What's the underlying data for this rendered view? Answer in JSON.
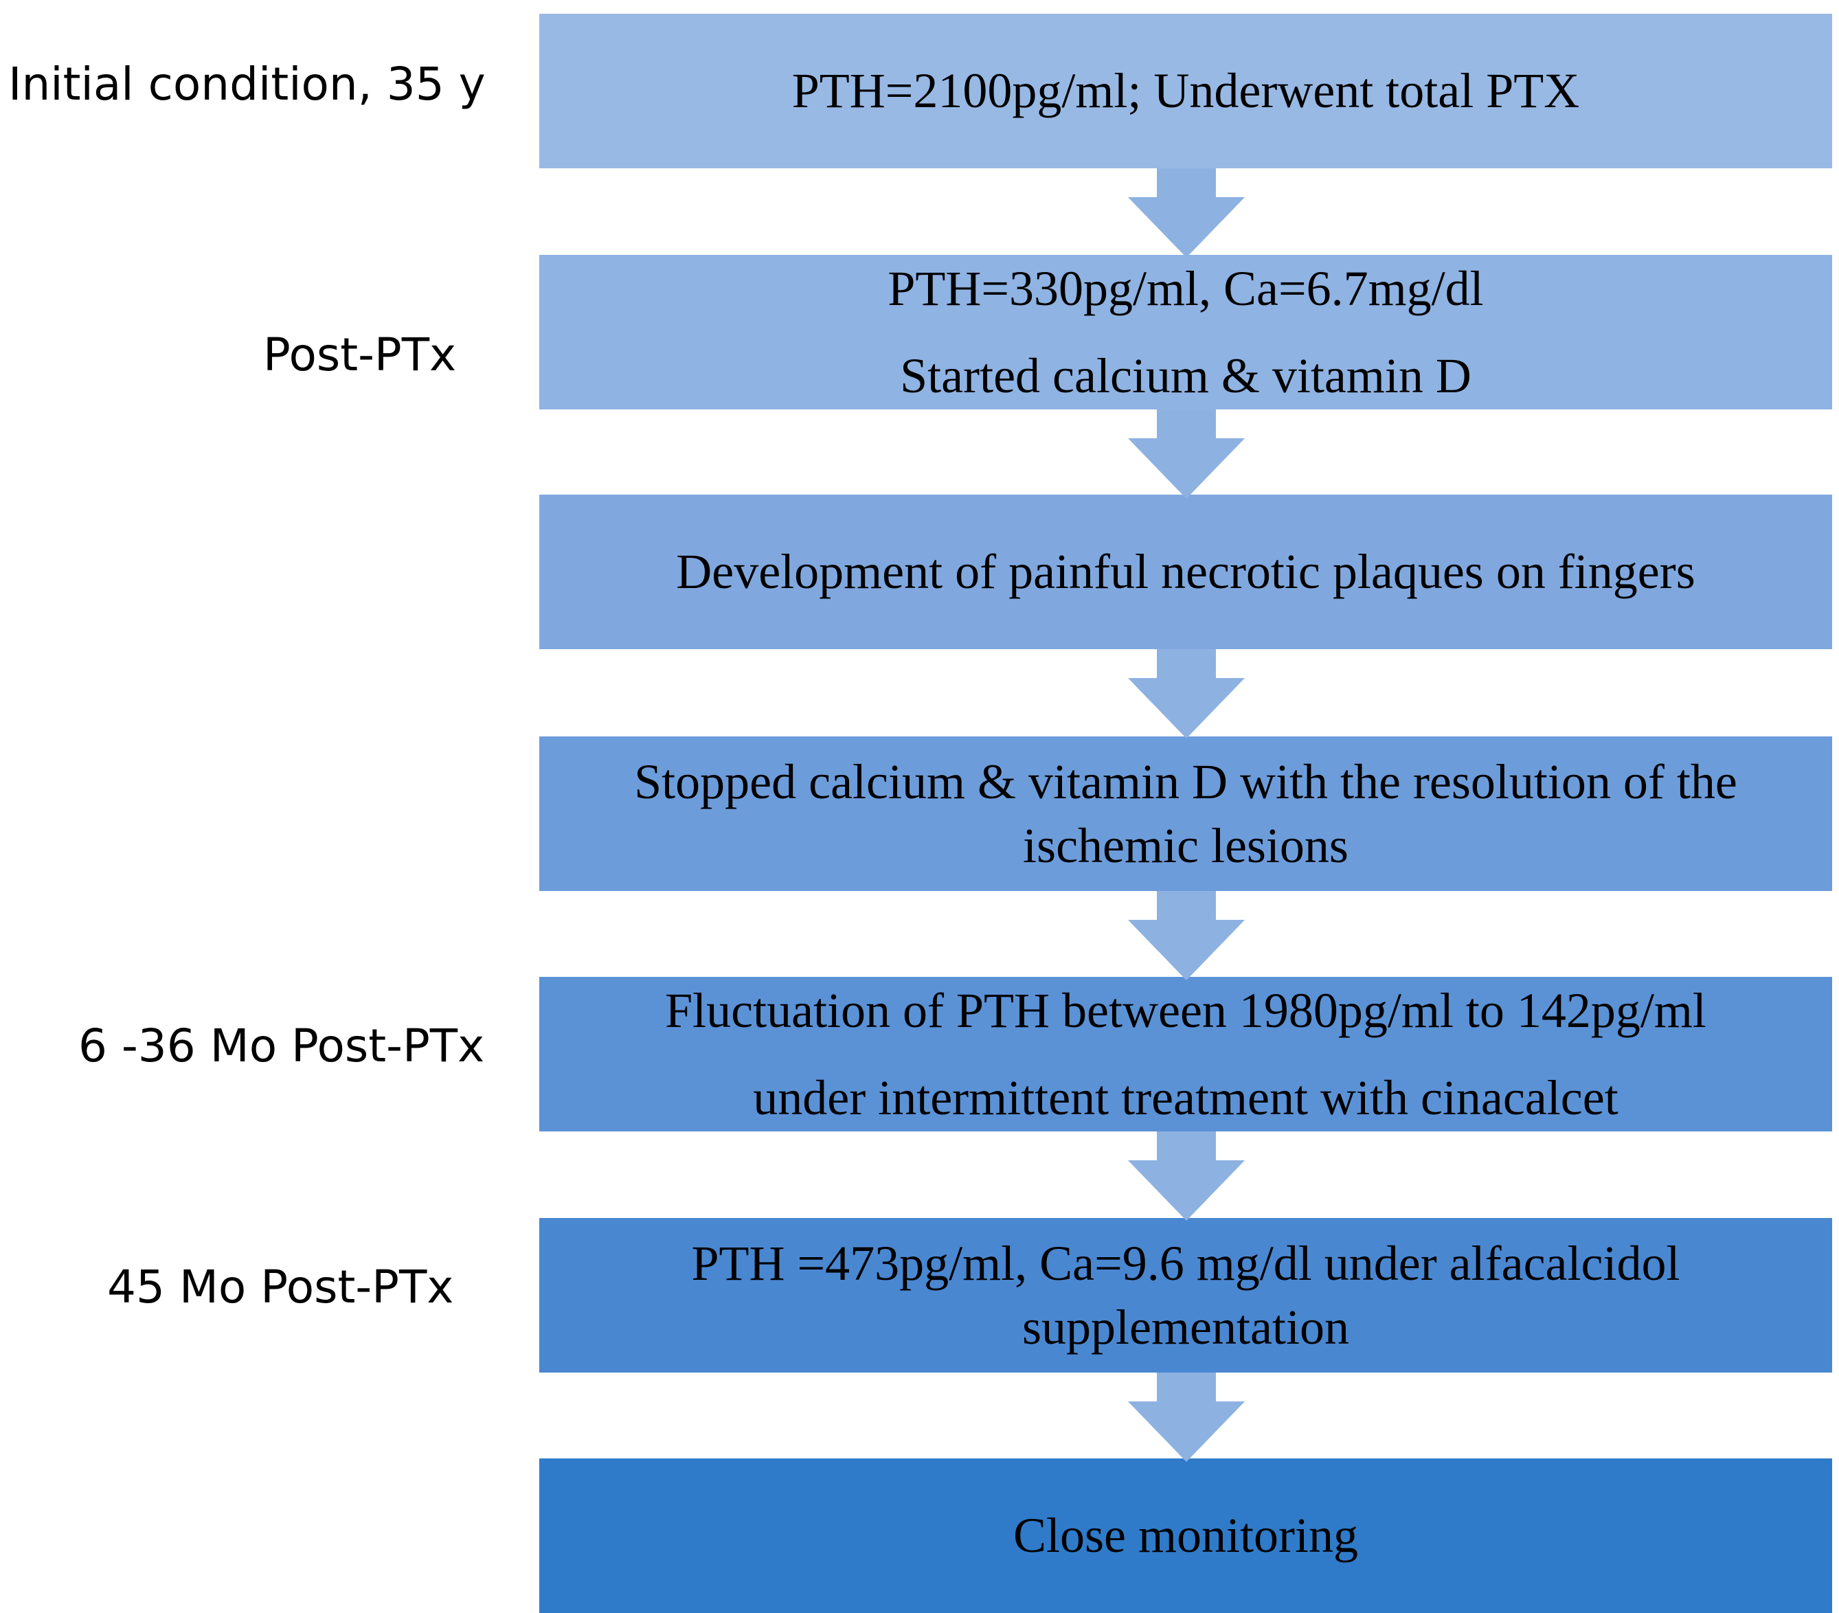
{
  "stage_labels": {
    "initial": "Initial condition, 35 y",
    "post_ptx": "Post-PTx",
    "mo_6_36": "6 -36 Mo  Post-PTx",
    "mo_45": "45 Mo  Post-PTx"
  },
  "steps": [
    {
      "lines": [
        "PTH=2100pg/ml; Underwent total PTX"
      ],
      "color": "#98b9e4"
    },
    {
      "lines": [
        "PTH=330pg/ml, Ca=6.7mg/dl",
        "Started calcium & vitamin D"
      ],
      "color": "#8fb3e2"
    },
    {
      "lines": [
        "Development of painful necrotic plaques on fingers"
      ],
      "color": "#80a8de"
    },
    {
      "lines": [
        "Stopped calcium & vitamin D with the resolution of the",
        "ischemic lesions"
      ],
      "color": "#6d9cda"
    },
    {
      "lines": [
        "Fluctuation of PTH between 1980pg/ml to 142pg/ml",
        "under intermittent treatment with cinacalcet"
      ],
      "color": "#5b92d6"
    },
    {
      "lines": [
        "PTH =473pg/ml, Ca=9.6 mg/dl under alfacalcidol",
        "supplementation"
      ],
      "color": "#4a87d1"
    },
    {
      "lines": [
        "Close monitoring"
      ],
      "color": "#2f7bc9"
    }
  ],
  "arrow_color": "#8db2e2"
}
